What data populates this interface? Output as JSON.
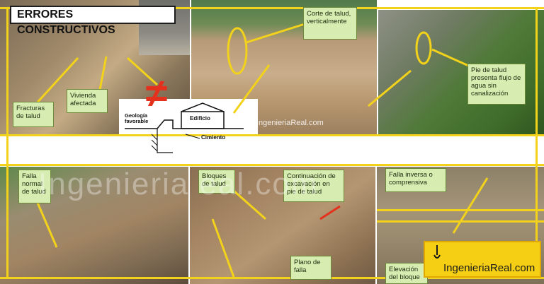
{
  "title": "ERRORES CONSTRUCTIVOS",
  "callouts": {
    "fracturas": "Fracturas de talud",
    "vivienda": "Vivienda afectada",
    "corte": "Corte de talud, verticalmente",
    "pie": "Pie de talud presenta flujo de agua sin canalización",
    "falla_normal": "Falla normal de talud",
    "bloques": "Bloques de talud",
    "continuacion": "Continuación de excavación en pie de talud",
    "plano": "Plano de falla",
    "falla_inversa": "Falla inversa o comprensiva",
    "elevacion": "Elevación del bloque"
  },
  "diagram": {
    "geologia": "Geología favorable",
    "edificio": "Edificio",
    "cimiento": "Cimiento",
    "not_equal_symbol": "≠"
  },
  "watermark_small": "IngenieriaReal.com",
  "watermark_large": "Ingenieria eal.com",
  "brand": {
    "text": "IngenieriaReal.com"
  },
  "colors": {
    "accent_yellow": "#f2d21a",
    "callout_green": "#d6ecb0",
    "brand_yellow": "#f4cf13",
    "not_equal_red": "#e3311d"
  }
}
